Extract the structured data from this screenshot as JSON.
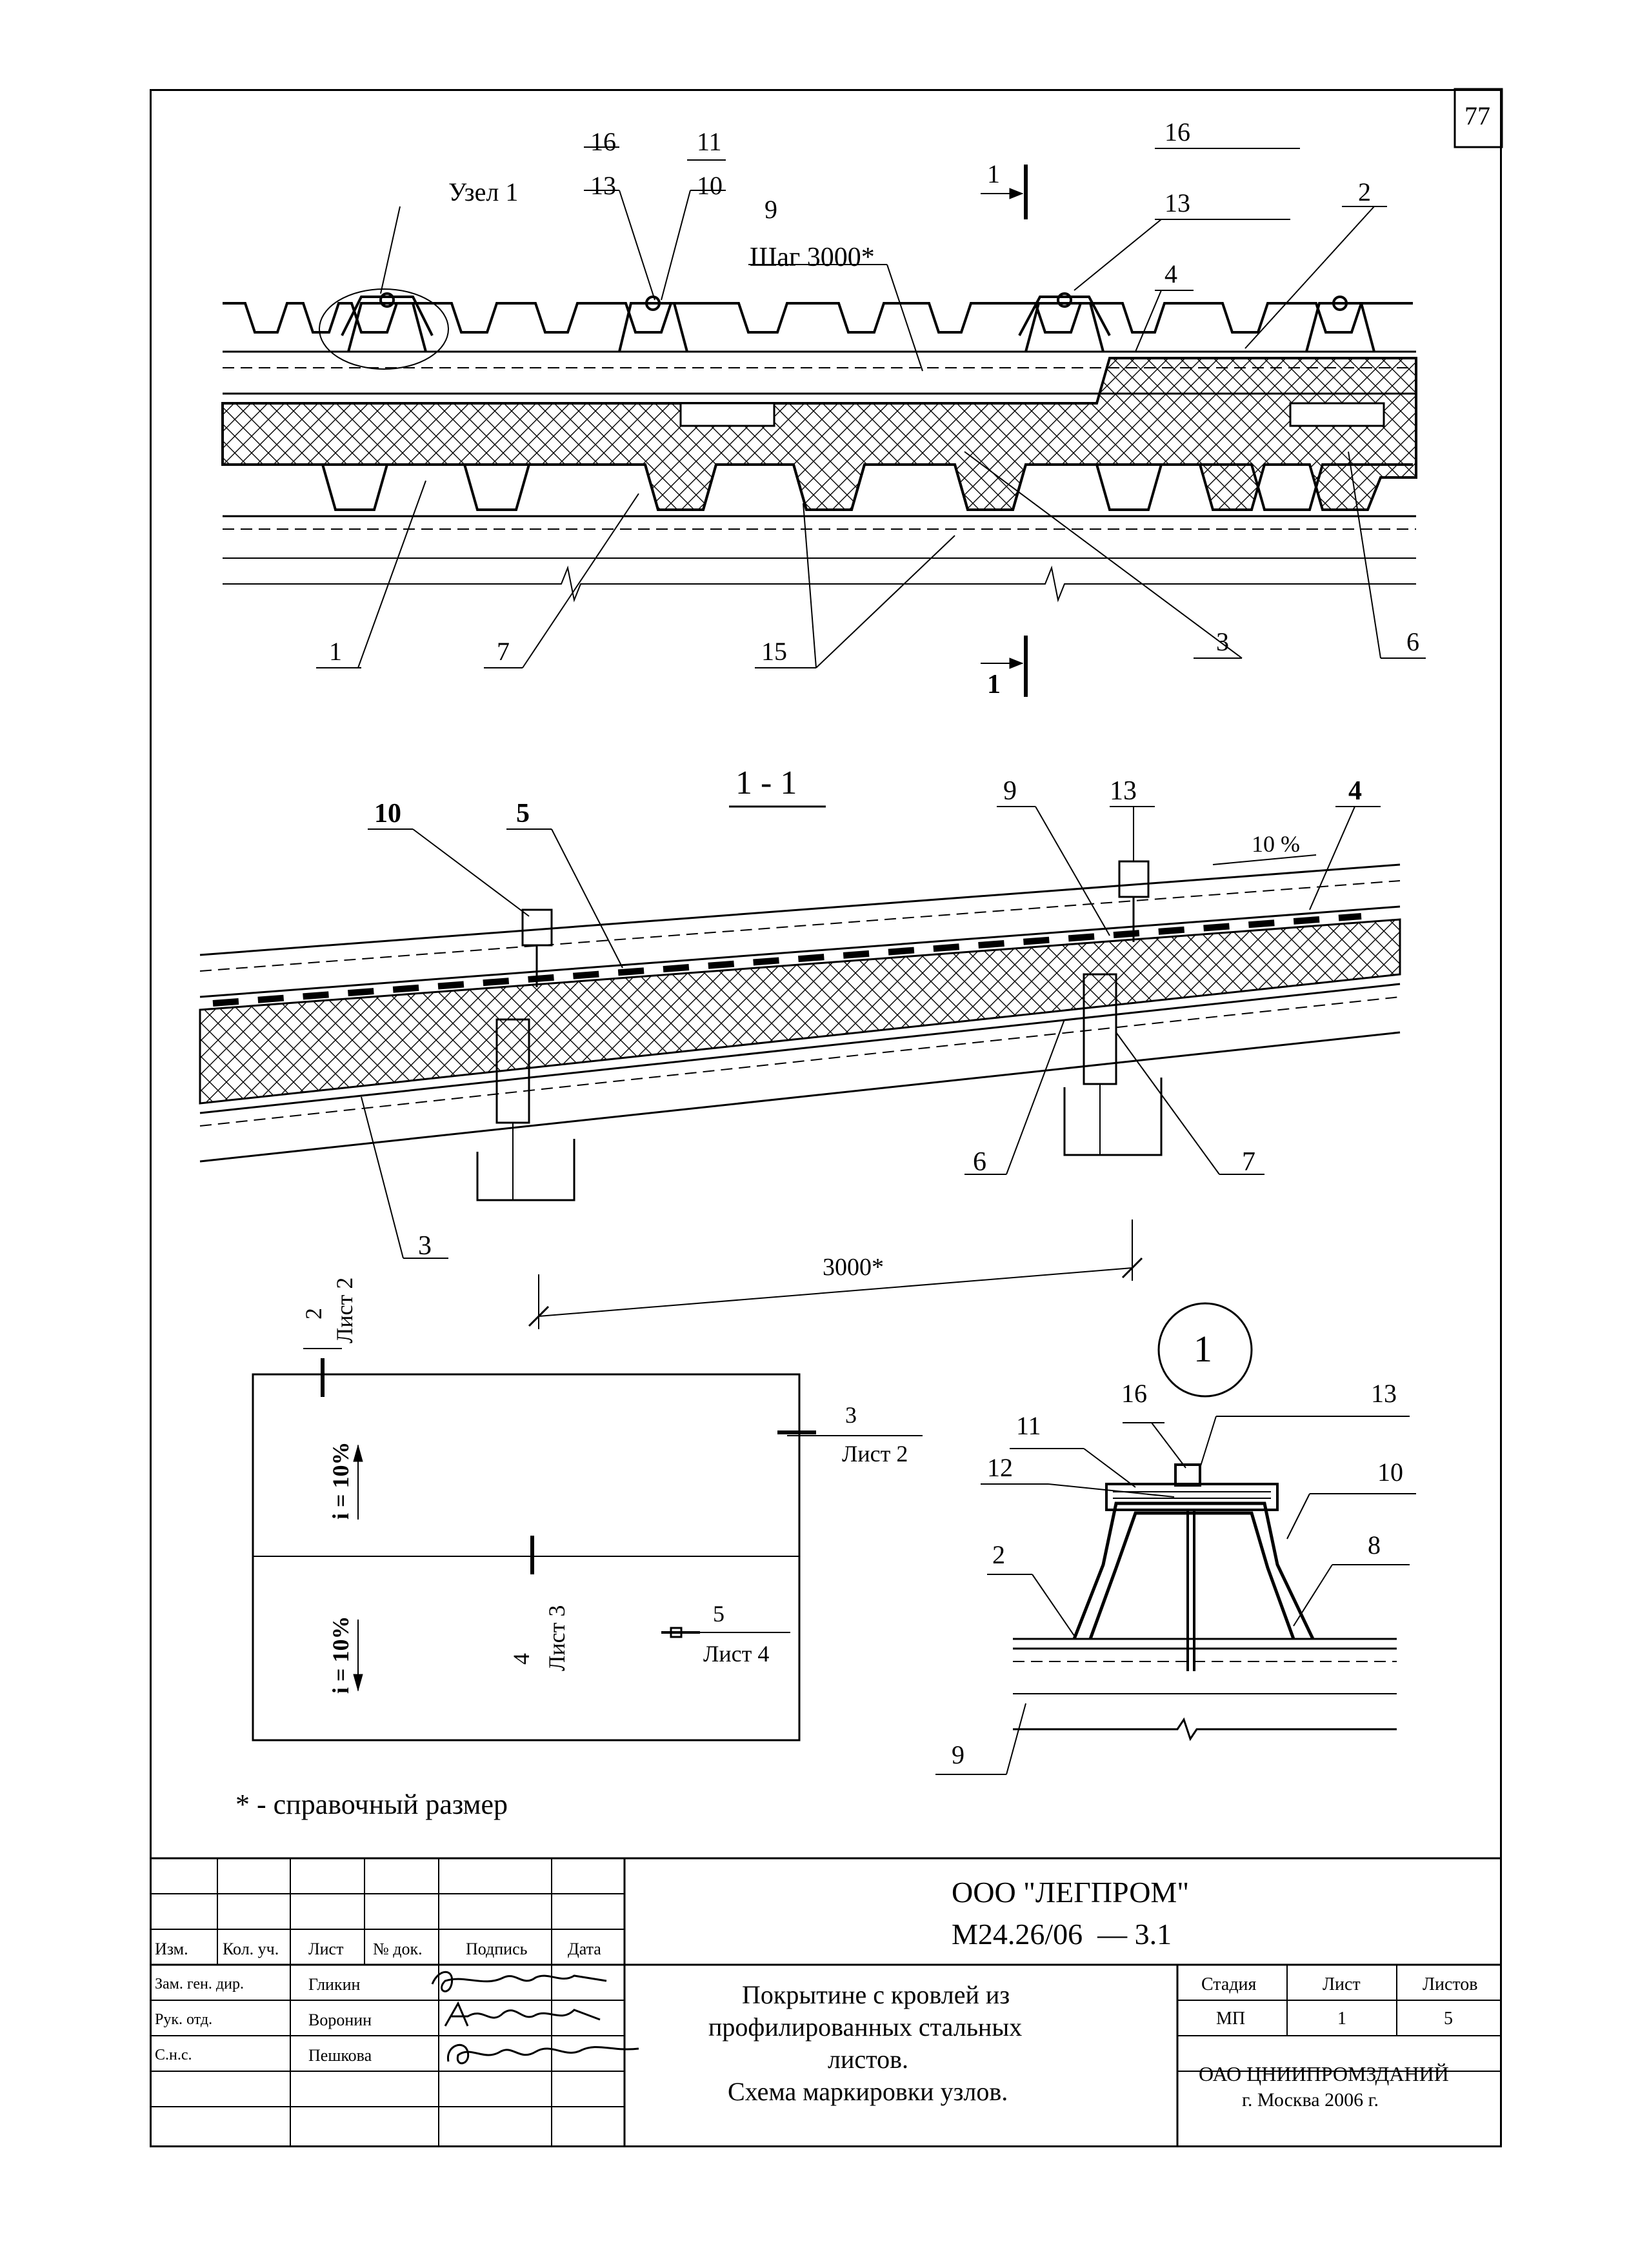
{
  "sheet_number": "77",
  "plan_view": {
    "node_label": "Узел 1",
    "step_label": "Шаг 3000*",
    "section_mark": "1",
    "callouts": [
      "16",
      "13",
      "11",
      "10",
      "9",
      "16",
      "13",
      "2",
      "4",
      "1",
      "7",
      "15",
      "3",
      "6"
    ]
  },
  "section_view": {
    "title": "1 - 1",
    "slope": "10 %",
    "dimension": "3000*",
    "callouts": [
      "10",
      "5",
      "9",
      "13",
      "4",
      "3",
      "6",
      "7"
    ]
  },
  "marking_scheme": {
    "marks": [
      {
        "num": "2",
        "sheet": "Лист 2"
      },
      {
        "num": "3",
        "sheet": "Лист 2"
      },
      {
        "num": "4",
        "sheet": "Лист 3"
      },
      {
        "num": "5",
        "sheet": "Лист 4"
      }
    ],
    "slope_top": "i = 10%",
    "slope_bottom": "i = 10%"
  },
  "node_detail": {
    "number": "1",
    "callouts": [
      "16",
      "13",
      "11",
      "12",
      "10",
      "2",
      "8",
      "9"
    ]
  },
  "footnote": "* - справочный размер",
  "title_block": {
    "org": "ООО \"ЛЕГПРОМ\"",
    "code": "М24.26/06  — 3.1",
    "headers": [
      "Изм.",
      "Кол. уч.",
      "Лист",
      "№ док.",
      "Подпись",
      "Дата"
    ],
    "staff": [
      {
        "role": "Зам. ген. дир.",
        "name": "Гликин"
      },
      {
        "role": "Рук. отд.",
        "name": "Воронин"
      },
      {
        "role": "С.н.с.",
        "name": "Пешкова"
      }
    ],
    "title_lines": [
      "Покрытине с кровлей из",
      "профилированных стальных",
      "листов.",
      "Схема маркировки узлов."
    ],
    "stage_header": "Стадия",
    "sheet_header": "Лист",
    "sheets_header": "Листов",
    "stage": "МП",
    "sheet": "1",
    "sheets": "5",
    "designer": "ОАО ЦНИИПРОМЗДАНИЙ",
    "city": "г. Москва 2006 г."
  }
}
